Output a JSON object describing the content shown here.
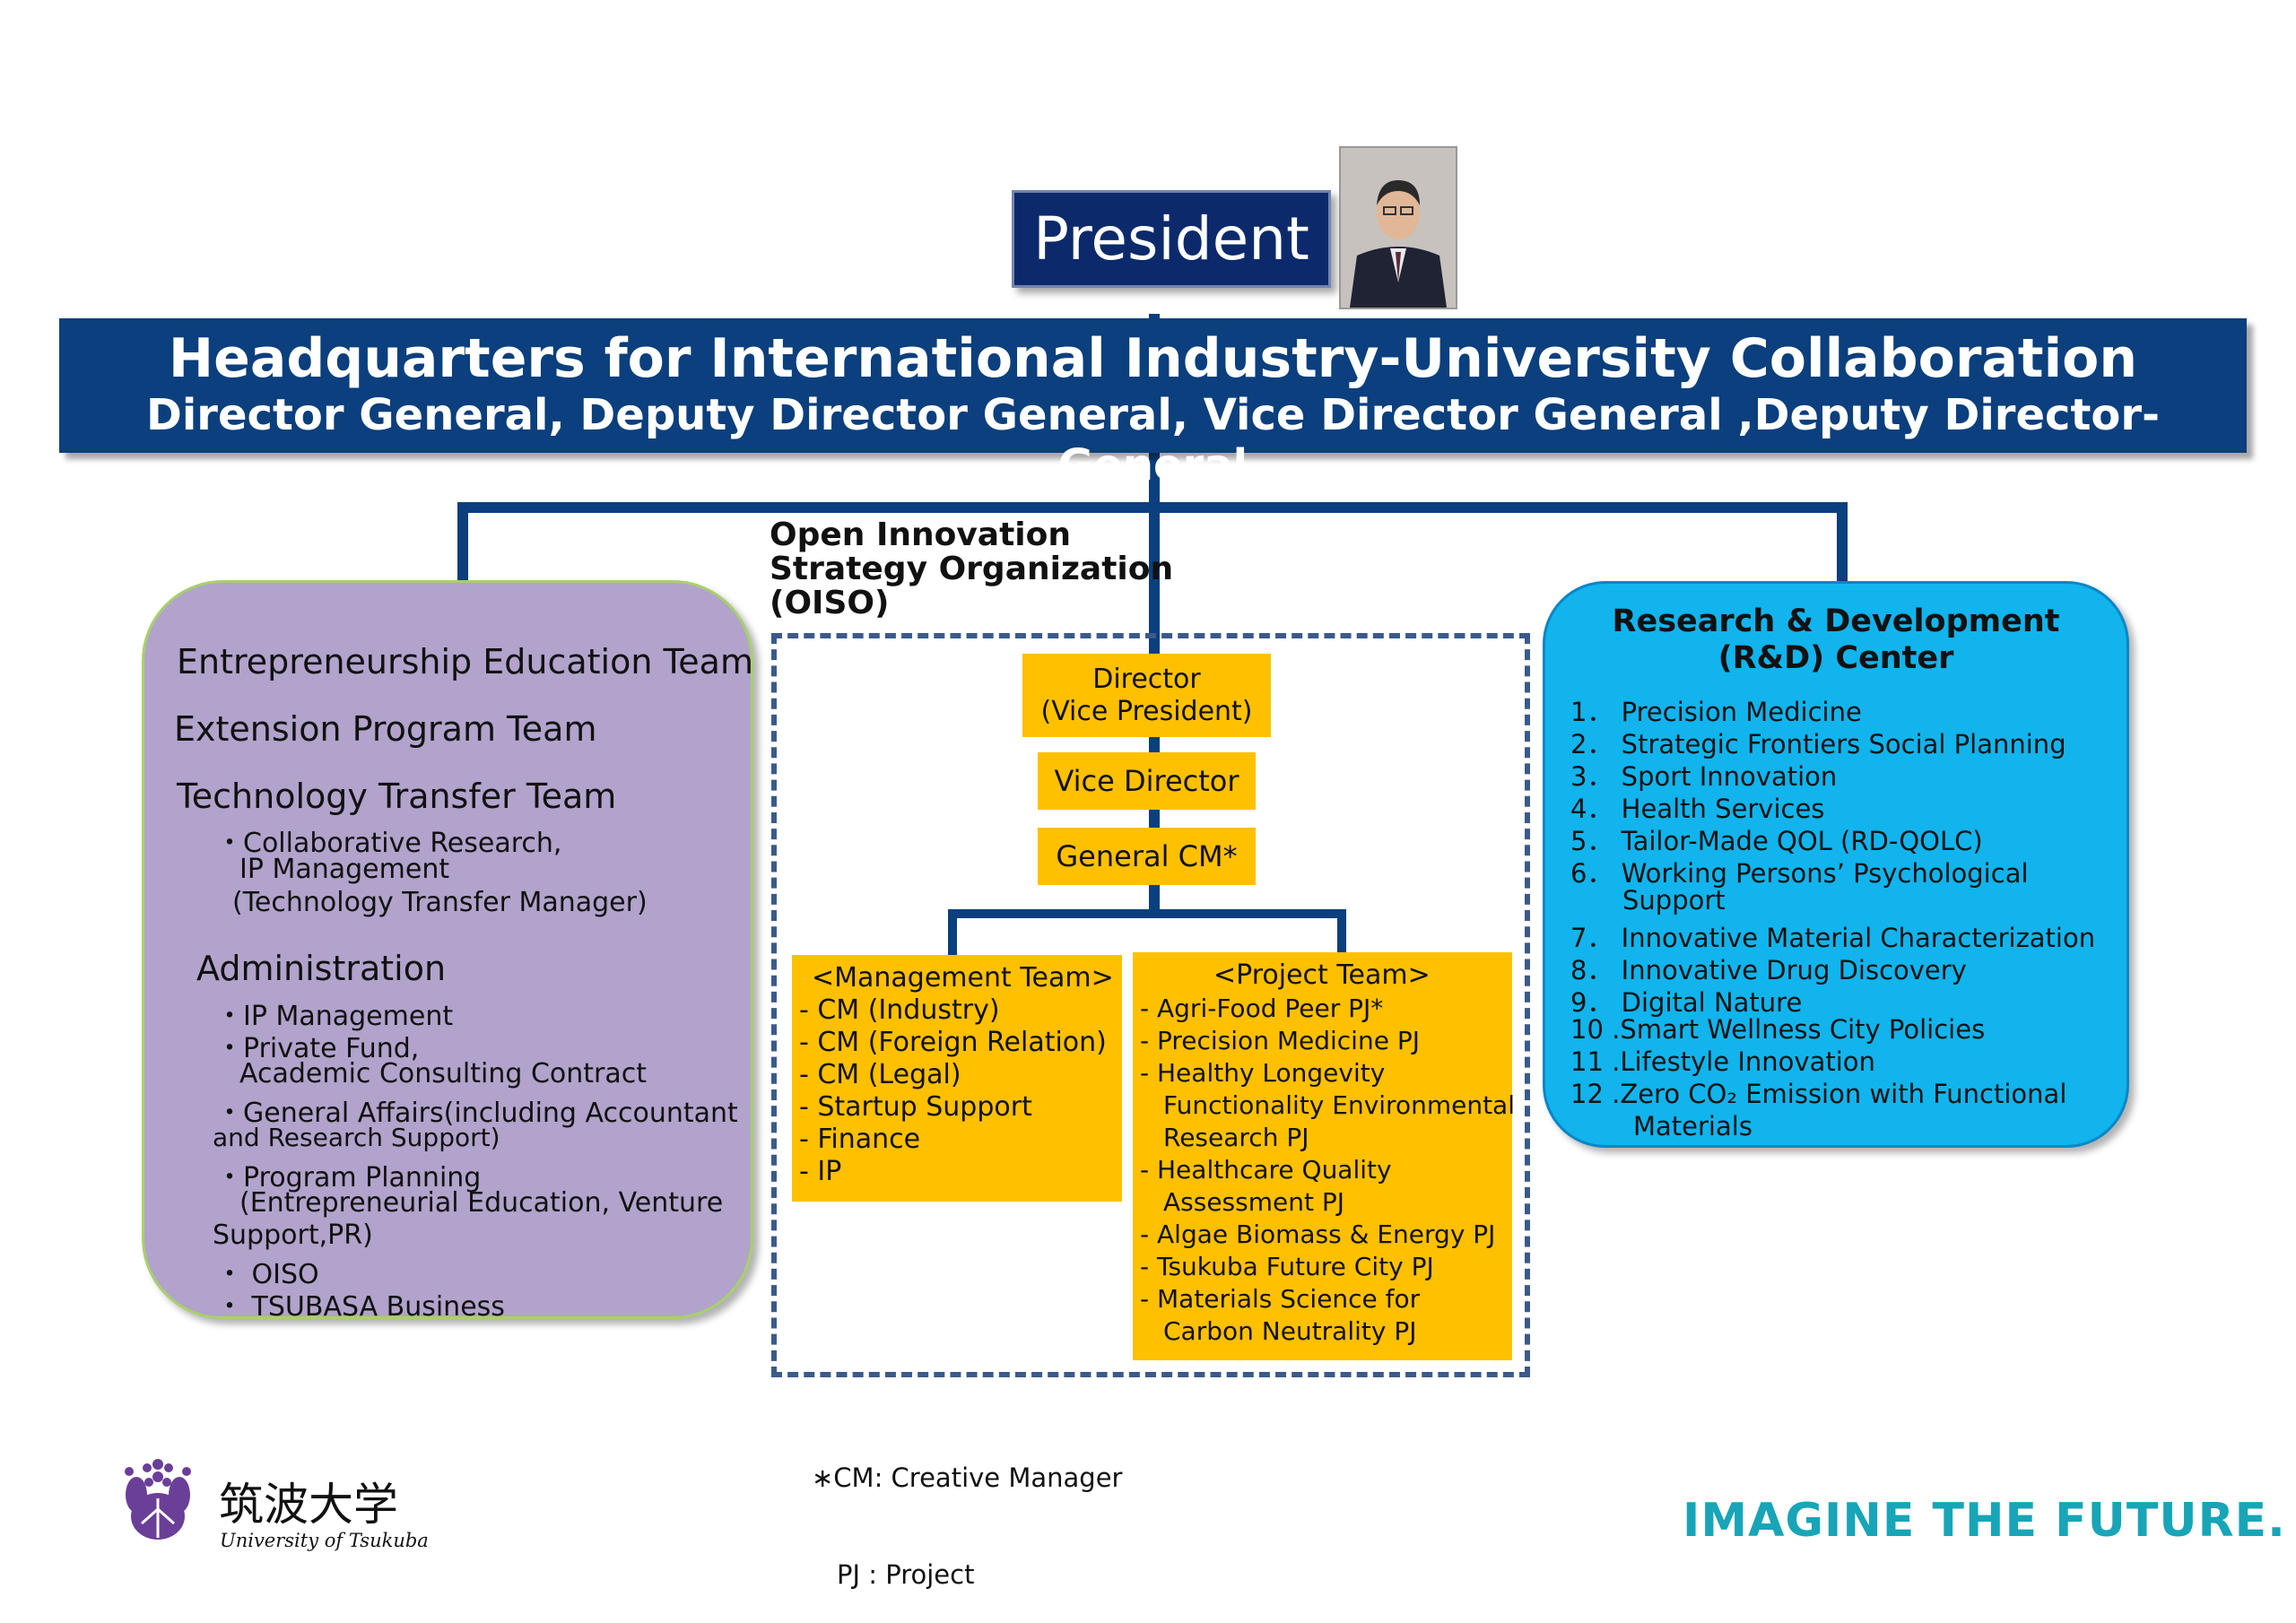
{
  "president": {
    "label": "President"
  },
  "headquarters": {
    "title": "Headquarters for International Industry-University Collaboration",
    "subtitle": "Director General, Deputy Director General, Vice Director General ,Deputy Director-General"
  },
  "left_panel": {
    "teams": [
      "Entrepreneurship Education Team",
      "Extension Program Team",
      "Technology Transfer Team"
    ],
    "tech_transfer_items": [
      "・Collaborative Research,",
      "IP Management",
      "(Technology Transfer Manager)"
    ],
    "administration": {
      "heading": "Administration",
      "items": [
        "・IP Management",
        "・Private Fund,",
        "Academic Consulting Contract",
        "・General Affairs(including Accountant",
        "and Research Support)",
        "・Program Planning",
        "(Entrepreneurial Education, Venture",
        "Support,PR)",
        "・ OISO",
        "・ TSUBASA Business"
      ]
    }
  },
  "oiso": {
    "label_lines": [
      "Open Innovation",
      "Strategy Organization",
      "(OISO)"
    ],
    "director": [
      "Director",
      "(Vice President)"
    ],
    "vice_director": "Vice Director",
    "general_cm": "General CM*",
    "management_team": {
      "heading": "<Management Team>",
      "items": [
        "- CM (Industry)",
        "- CM (Foreign Relation)",
        "- CM (Legal)",
        "- Startup Support",
        "- Finance",
        "- IP"
      ]
    },
    "project_team": {
      "heading": "<Project Team>",
      "items": [
        "- Agri-Food Peer PJ*",
        "- Precision Medicine PJ",
        "- Healthy Longevity",
        "Functionality Environmental",
        "Research PJ",
        "- Healthcare Quality",
        "Assessment PJ",
        "- Algae Biomass & Energy PJ",
        "- Tsukuba Future City PJ",
        "- Materials Science for",
        "Carbon Neutrality PJ"
      ]
    },
    "footnote": [
      "∗CM: Creative Manager",
      "PJ : Project"
    ]
  },
  "rd_center": {
    "title_lines": [
      "Research & Development",
      "(R&D) Center"
    ],
    "items": [
      "1． Precision Medicine",
      "2． Strategic Frontiers Social Planning",
      "3． Sport Innovation",
      "4． Health Services",
      "5． Tailor-Made QOL (RD-QOLC)",
      "6． Working Persons’ Psychological",
      "Support",
      "7． Innovative Material Characterization",
      "8． Innovative Drug Discovery",
      "9． Digital Nature",
      "10 .Smart Wellness City Policies",
      "11 .Lifestyle Innovation",
      "12 .Zero CO₂ Emission with Functional",
      "Materials"
    ]
  },
  "logo": {
    "japanese": "筑波大学",
    "english": "University of Tsukuba"
  },
  "slogan": "IMAGINE THE FUTURE.",
  "colors": {
    "navy": "#0b3f7d",
    "president_bg": "#0c2a6b",
    "purple_panel": "#b1a3cb",
    "yellow_box": "#ffc000",
    "rd_blue": "#11b4ec",
    "slogan_teal": "#17a5b7",
    "logo_purple": "#6a3f98"
  }
}
